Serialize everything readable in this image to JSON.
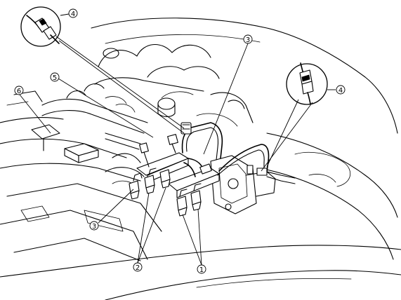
{
  "callouts": [
    {
      "id": "c4a",
      "label": "4"
    },
    {
      "id": "c3a",
      "label": "3"
    },
    {
      "id": "c5",
      "label": "5"
    },
    {
      "id": "c6",
      "label": "6"
    },
    {
      "id": "c4b",
      "label": "4"
    },
    {
      "id": "c3b",
      "label": "3"
    },
    {
      "id": "c2",
      "label": "2"
    },
    {
      "id": "c1",
      "label": "1"
    }
  ],
  "colors": {
    "line": "#000000",
    "background": "#ffffff"
  }
}
